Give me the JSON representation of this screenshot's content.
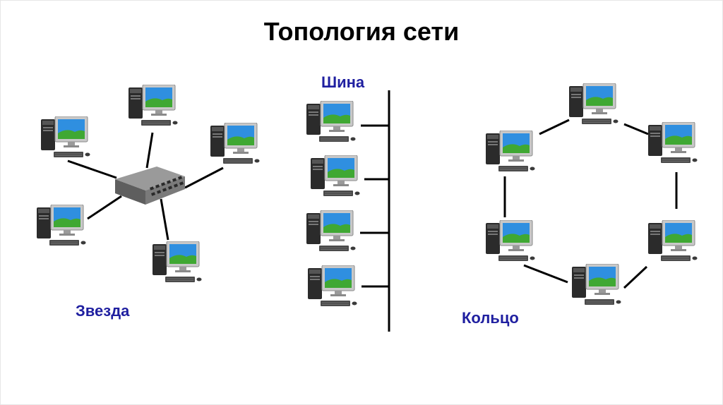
{
  "title": "Топология сети",
  "labels": {
    "star": "Звезда",
    "bus": "Шина",
    "ring": "Кольцо"
  },
  "colors": {
    "label": "#1f1fa0",
    "line": "#000000",
    "monitor_screen": "#2f8fe0",
    "hill": "#3fa833",
    "case": "#2b2b2b",
    "switch": "#6f6f6f"
  },
  "icons": {
    "computer": "computer-icon",
    "switch": "network-switch-icon"
  }
}
